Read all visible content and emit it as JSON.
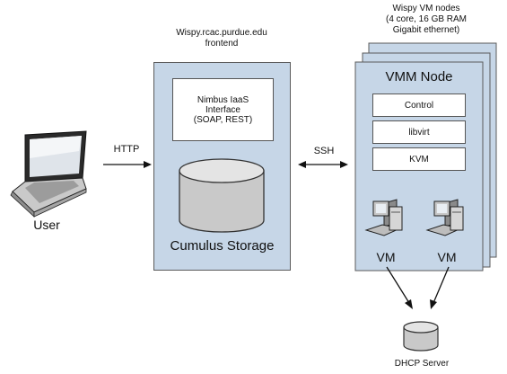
{
  "user": {
    "label": "User",
    "protocol": "HTTP"
  },
  "frontend": {
    "host_line1": "Wispy.rcac.purdue.edu",
    "host_line2": "frontend",
    "interface_line1": "Nimbus IaaS",
    "interface_line2": "Interface",
    "interface_line3": "(SOAP, REST)",
    "storage_label": "Cumulus Storage"
  },
  "link": {
    "label": "SSH"
  },
  "vm_nodes": {
    "title_line1": "Wispy VM nodes",
    "title_line2": "(4 core, 16 GB RAM",
    "title_line3": "Gigabit ethernet)",
    "node_title": "VMM Node",
    "stack": [
      "Control",
      "libvirt",
      "KVM"
    ],
    "vm_labels": [
      "VM",
      "VM"
    ]
  },
  "dhcp": {
    "label": "DHCP Server"
  },
  "colors": {
    "panel": "#c6d6e7",
    "border": "#5b5b5b"
  }
}
